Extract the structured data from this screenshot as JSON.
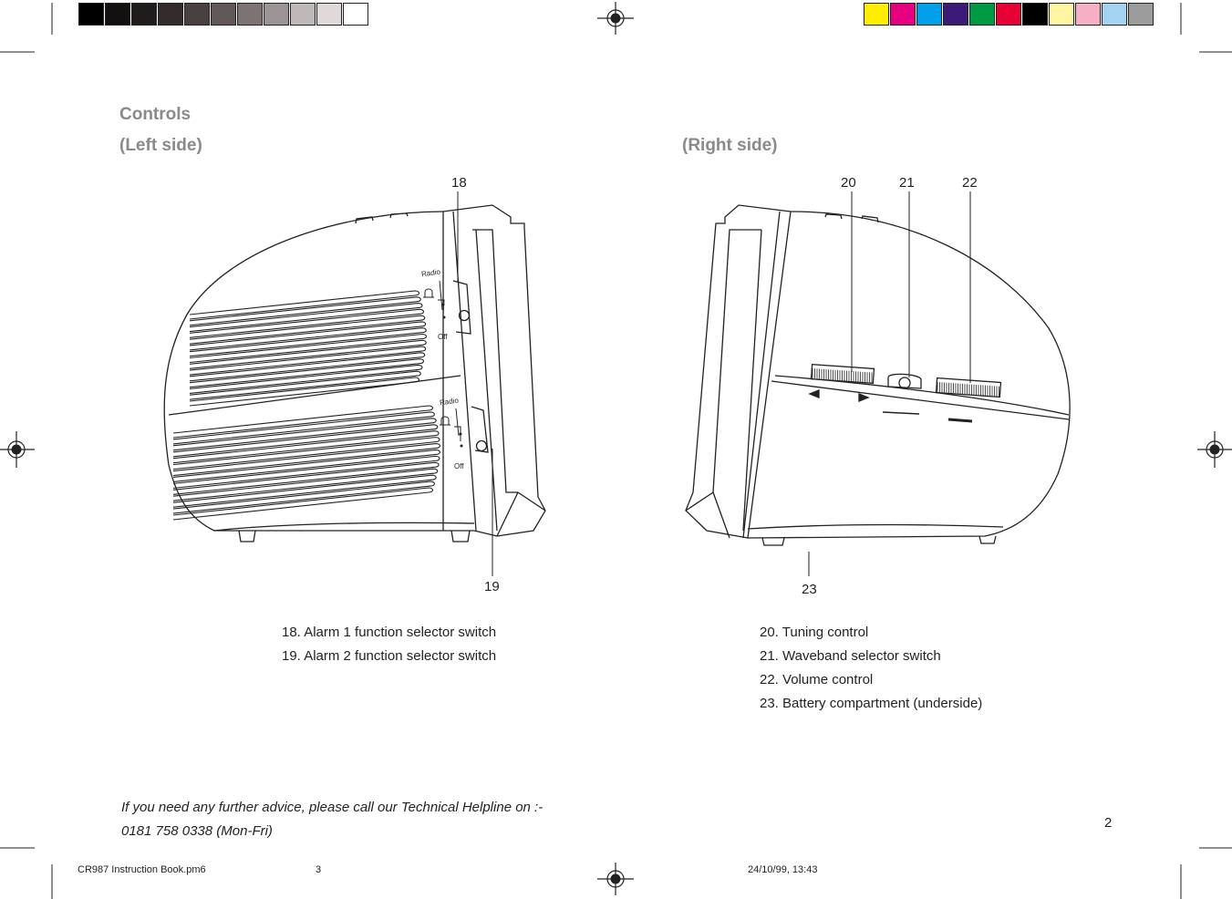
{
  "calibration": {
    "gray_swatches": [
      "#000000",
      "#141010",
      "#211c1c",
      "#332b2b",
      "#4a4040",
      "#615757",
      "#7d7373",
      "#9c9494",
      "#bfb8b8",
      "#dfdad9",
      "#ffffff"
    ],
    "color_swatches": [
      "#ffee00",
      "#e4007f",
      "#00a0e9",
      "#3c1a78",
      "#009a44",
      "#e60033",
      "#000000",
      "#fff6a3",
      "#f6b0c6",
      "#a4d3f2",
      "#9c9c9c"
    ]
  },
  "headings": {
    "title": "Controls",
    "left_side": "(Left side)",
    "right_side": "(Right side)"
  },
  "callouts": {
    "c18": "18",
    "c19": "19",
    "c20": "20",
    "c21": "21",
    "c22": "22",
    "c23": "23"
  },
  "device_labels": {
    "switch_top": "Radio",
    "switch_top_off": "Off",
    "switch_bottom": "Radio",
    "switch_bottom_off": "Off"
  },
  "legend_left": [
    "18. Alarm 1 function selector switch",
    "19. Alarm 2 function selector switch"
  ],
  "legend_right": [
    "20. Tuning control",
    "21. Waveband  selector  switch",
    "22. Volume control",
    "23. Battery  compartment  (underside)"
  ],
  "helpline": {
    "line1": "If you need any further advice, please call our Technical Helpline on :-",
    "line2": "0181 758 0338 (Mon-Fri)"
  },
  "page_number": "2",
  "footer": {
    "file": "CR987 Instruction Book.pm6",
    "page": "3",
    "timestamp": "24/10/99, 13:43"
  }
}
